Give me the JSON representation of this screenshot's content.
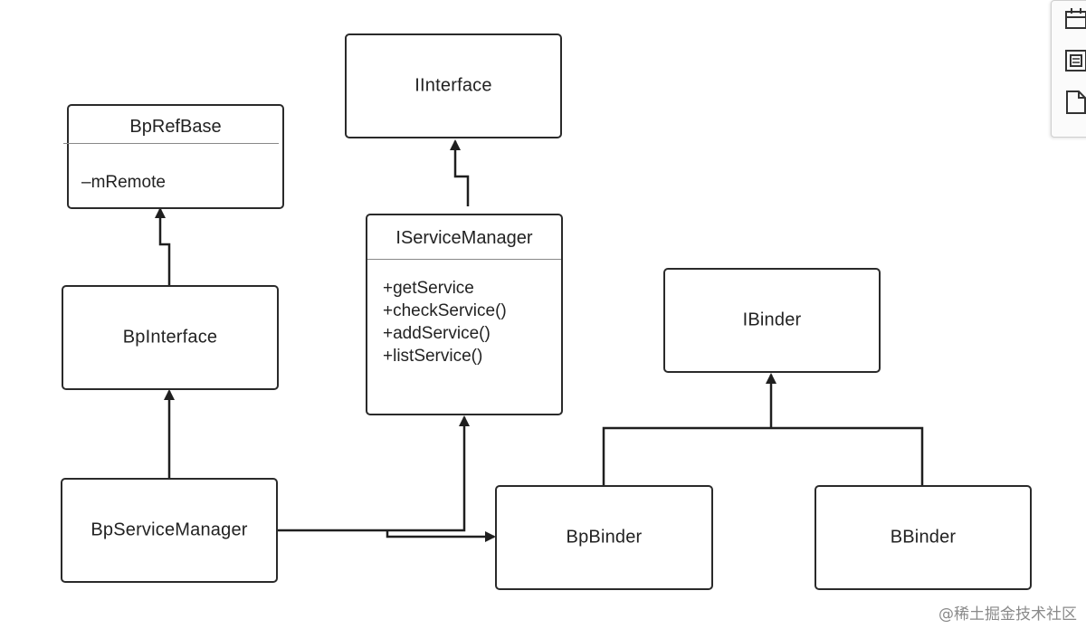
{
  "diagram": {
    "nodes": {
      "iinterface": {
        "name": "IInterface"
      },
      "bprefbase": {
        "name": "BpRefBase",
        "members": [
          "–mRemote"
        ]
      },
      "bpinterface": {
        "name": "BpInterface"
      },
      "iservicemanager": {
        "name": "IServiceManager",
        "members": [
          "+getService",
          "+checkService()",
          "+addService()",
          "+listService()"
        ]
      },
      "ibinder": {
        "name": "IBinder"
      },
      "bpservicemanager": {
        "name": "BpServiceManager"
      },
      "bpbinder": {
        "name": "BpBinder"
      },
      "bbinder": {
        "name": "BBinder"
      }
    },
    "edges": [
      {
        "from": "bpinterface",
        "to": "bprefbase",
        "kind": "inheritance"
      },
      {
        "from": "bpservicemanager",
        "to": "bpinterface",
        "kind": "inheritance"
      },
      {
        "from": "iservicemanager",
        "to": "iinterface",
        "kind": "inheritance"
      },
      {
        "from": "bpservicemanager",
        "to": "iservicemanager",
        "kind": "inheritance"
      },
      {
        "from": "bpservicemanager",
        "to": "bpbinder",
        "kind": "association"
      },
      {
        "from": "bpbinder",
        "to": "ibinder",
        "kind": "inheritance"
      },
      {
        "from": "bbinder",
        "to": "ibinder",
        "kind": "inheritance"
      }
    ],
    "line_color": "#1f1f1f"
  },
  "toolbar": {
    "icons": [
      "calendar-icon",
      "layout-icon",
      "document-icon"
    ]
  },
  "watermark": "@稀土掘金技术社区"
}
